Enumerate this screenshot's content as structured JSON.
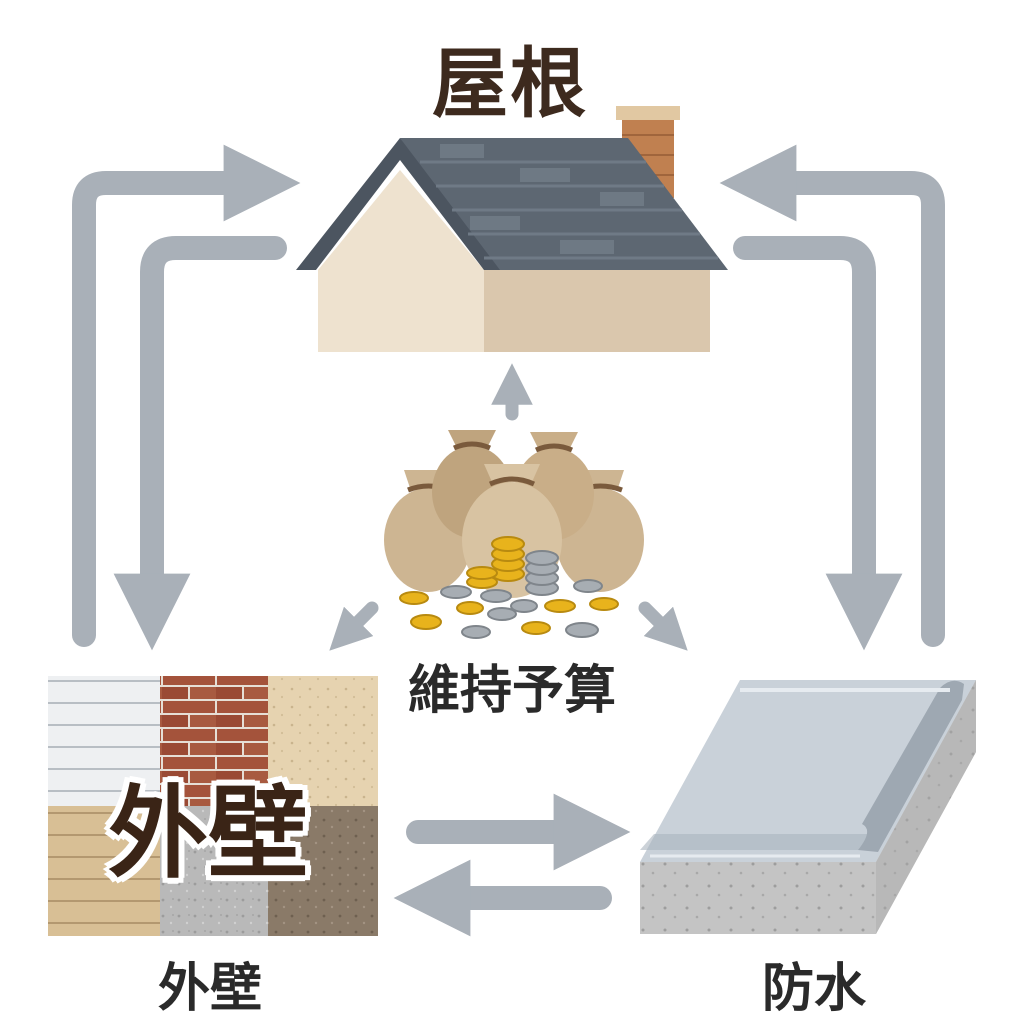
{
  "labels": {
    "roof": "屋根",
    "budget": "維持予算",
    "wall_overlay": "外壁",
    "wall_caption": "外壁",
    "waterproof_caption": "防水"
  },
  "colors": {
    "arrow": "#a9b0b8",
    "roof_slate": "#5a6470",
    "wall_beige": "#e9dcc8",
    "brick": "#a0503a",
    "money_bag": "#cdb592",
    "gold_coin": "#e8b31c",
    "silver_coin": "#9aa0a6",
    "membrane": "#c4ccd4",
    "concrete": "#bfbfbf",
    "text_dark": "#3a2416"
  },
  "icons": [
    "house-icon",
    "chimney-icon",
    "money-bags-icon",
    "coins-icon",
    "wall-materials-icon",
    "waterproof-membrane-icon"
  ]
}
